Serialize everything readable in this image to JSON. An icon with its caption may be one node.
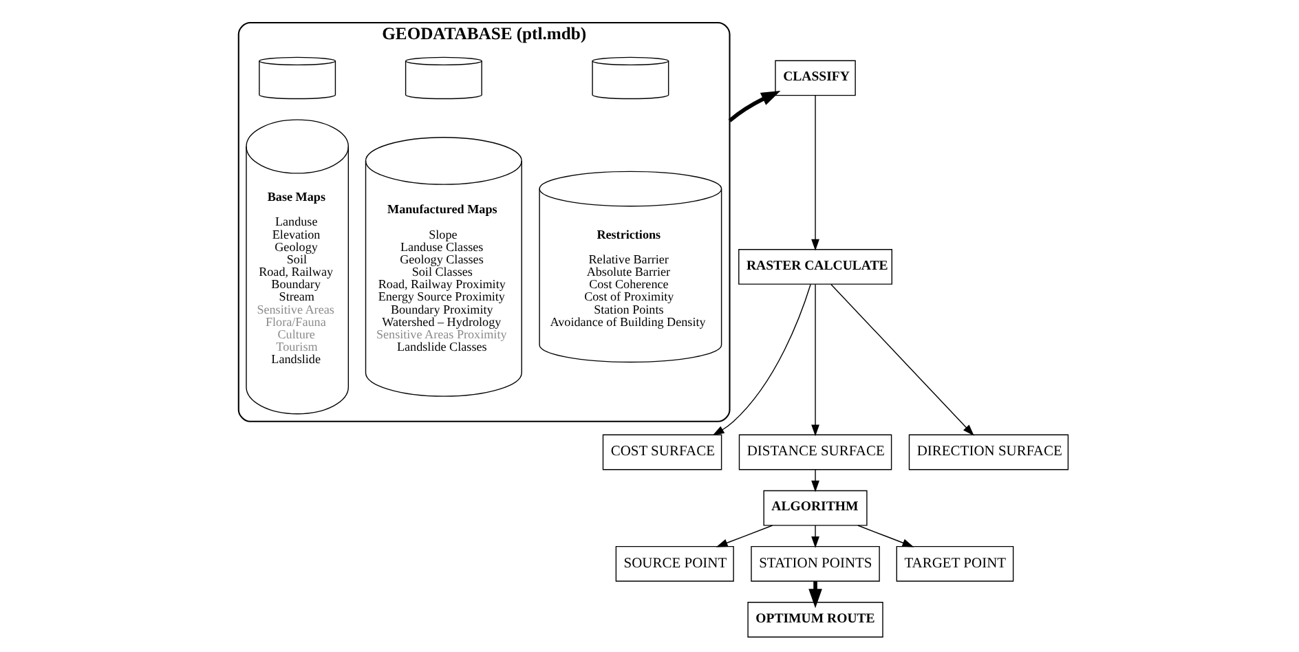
{
  "diagram": {
    "nodes": [
      {
        "text": [
          "GEODATABASE (ptl.mdb)"
        ]
      },
      {
        "text": [],
        "shape": "cylinder",
        "in": 0
      },
      {
        "text": [],
        "shape": "cylinder",
        "in": 0
      },
      {
        "text": [],
        "shape": "cylinder",
        "in": 0
      },
      {
        "text": [
          "Base Maps",
          "Landuse",
          "Elevation",
          "Geology",
          "Soil",
          "Road, Railway",
          "Boundary",
          "Stream",
          "Sensitive Areas",
          "Flora/Fauna",
          "Culture",
          "Tourism",
          "Landslide"
        ],
        "in": 0
      },
      {
        "text": [
          "Manufactured Maps",
          "Slope",
          "Landuse Classes",
          "Geology Classes",
          "Soil Classes",
          "Road, Railway Proximity",
          "Energy Source Proximity",
          "Boundary Proximity",
          "Watershed – Hydrology",
          "Sensitive Areas Proximity",
          "Landslide Classes"
        ],
        "in": 0
      },
      {
        "text": [
          "Restrictions",
          "Relative Barrier",
          "Absolute Barrier",
          "Cost Coherence",
          "Cost of Proximity",
          "Station Points",
          "Avoidance of Building Density"
        ],
        "in": 0
      },
      {
        "text": [
          "CLASSIFY"
        ]
      },
      {
        "text": [
          "RASTER CALCULATE"
        ]
      },
      {
        "text": [
          "COST SURFACE"
        ]
      },
      {
        "text": [
          "DISTANCE SURFACE"
        ]
      },
      {
        "text": [
          "DIRECTION SURFACE"
        ]
      },
      {
        "text": [
          "ALGORITHM"
        ]
      },
      {
        "text": [
          "SOURCE POINT"
        ]
      },
      {
        "text": [
          "STATION POINTS"
        ]
      },
      {
        "text": [
          "TARGET POINT"
        ]
      },
      {
        "text": [
          "OPTIMUM ROUTE"
        ]
      }
    ],
    "edges": [
      {
        "from": 0,
        "to": 7,
        "arrow": "to",
        "style": "thick"
      },
      {
        "from": 7,
        "to": 8,
        "arrow": "to"
      },
      {
        "from": 8,
        "to": 9,
        "arrow": "to"
      },
      {
        "from": 8,
        "to": 10,
        "arrow": "to"
      },
      {
        "from": 8,
        "to": 11,
        "arrow": "to"
      },
      {
        "from": 10,
        "to": 12,
        "arrow": "to"
      },
      {
        "from": 12,
        "to": 13,
        "arrow": "to"
      },
      {
        "from": 12,
        "to": 14,
        "arrow": "to"
      },
      {
        "from": 12,
        "to": 15,
        "arrow": "to"
      },
      {
        "from": 14,
        "to": 16,
        "arrow": "to",
        "style": "thick"
      }
    ]
  }
}
